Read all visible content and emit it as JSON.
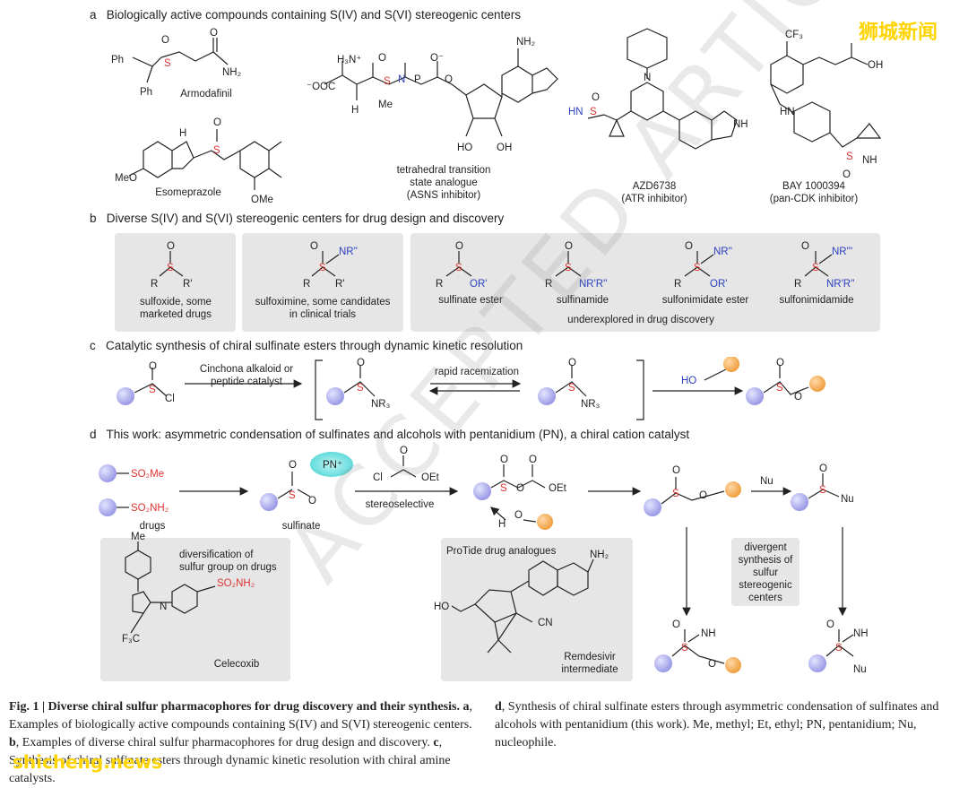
{
  "watermark_top": "狮城新闻",
  "watermark_bottom": "shicheng.news",
  "preview_text": "ACCEPTED ARTICLE PREVIEW",
  "panel_a": {
    "letter": "a",
    "title": "Biologically active compounds containing S(IV) and S(VI) stereogenic centers",
    "compounds": [
      {
        "name": "Armodafinil"
      },
      {
        "name": "Esomeprazole"
      },
      {
        "name": "tetrahedral transition state analogue (ASNS inhibitor)"
      },
      {
        "name": "AZD6738",
        "note": "(ATR inhibitor)"
      },
      {
        "name": "BAY 1000394",
        "note": "(pan-CDK inhibitor)"
      }
    ]
  },
  "panel_b": {
    "letter": "b",
    "title": "Diverse S(IV) and S(VI) stereogenic centers for drug design and discovery",
    "items": [
      {
        "label": "sulfoxide, some marketed drugs"
      },
      {
        "label": "sulfoximine, some candidates in clinical trials"
      },
      {
        "label": "sulfinate ester"
      },
      {
        "label": "sulfinamide"
      },
      {
        "label": "sulfonimidate ester"
      },
      {
        "label": "sulfonimidamide"
      }
    ],
    "group_note": "underexplored in drug discovery"
  },
  "panel_c": {
    "letter": "c",
    "title": "Catalytic synthesis of chiral sulfinate esters through dynamic kinetic resolution",
    "catalyst": "Cinchona alkaloid or peptide catalyst",
    "racemization": "rapid racemization"
  },
  "panel_d": {
    "letter": "d",
    "title": "This work: asymmetric condensation of sulfinates and alcohols with pentanidium (PN), a chiral cation catalyst",
    "drugs_label": "drugs",
    "sulfinate_label": "sulfinate",
    "stereoselective": "stereoselective",
    "nu": "Nu",
    "diversification": "diversification of sulfur group on drugs",
    "celecoxib": "Celecoxib",
    "protide": "ProTide drug analogues",
    "remdesivir": "Remdesivir intermediate",
    "divergent": "divergent synthesis of sulfur stereogenic centers"
  },
  "caption": {
    "fig": "Fig. 1 | Diverse chiral sulfur pharmacophores for drug discovery and their synthesis.",
    "a_text": "Examples of biologically active compounds containing S(IV) and S(VI) stereogenic centers.",
    "b_text": "Examples of diverse chiral sulfur pharmacophores for drug design and discovery.",
    "c_text": "Synthesis of chiral sulfinate esters through dynamic kinetic resolution with chiral amine catalysts.",
    "d_text": "Synthesis of chiral sulfinate esters through asymmetric condensation of sulfinates and alcohols with pentanidium (this work). Me, methyl; Et, ethyl; PN, pentanidium; Nu, nucleophile."
  }
}
